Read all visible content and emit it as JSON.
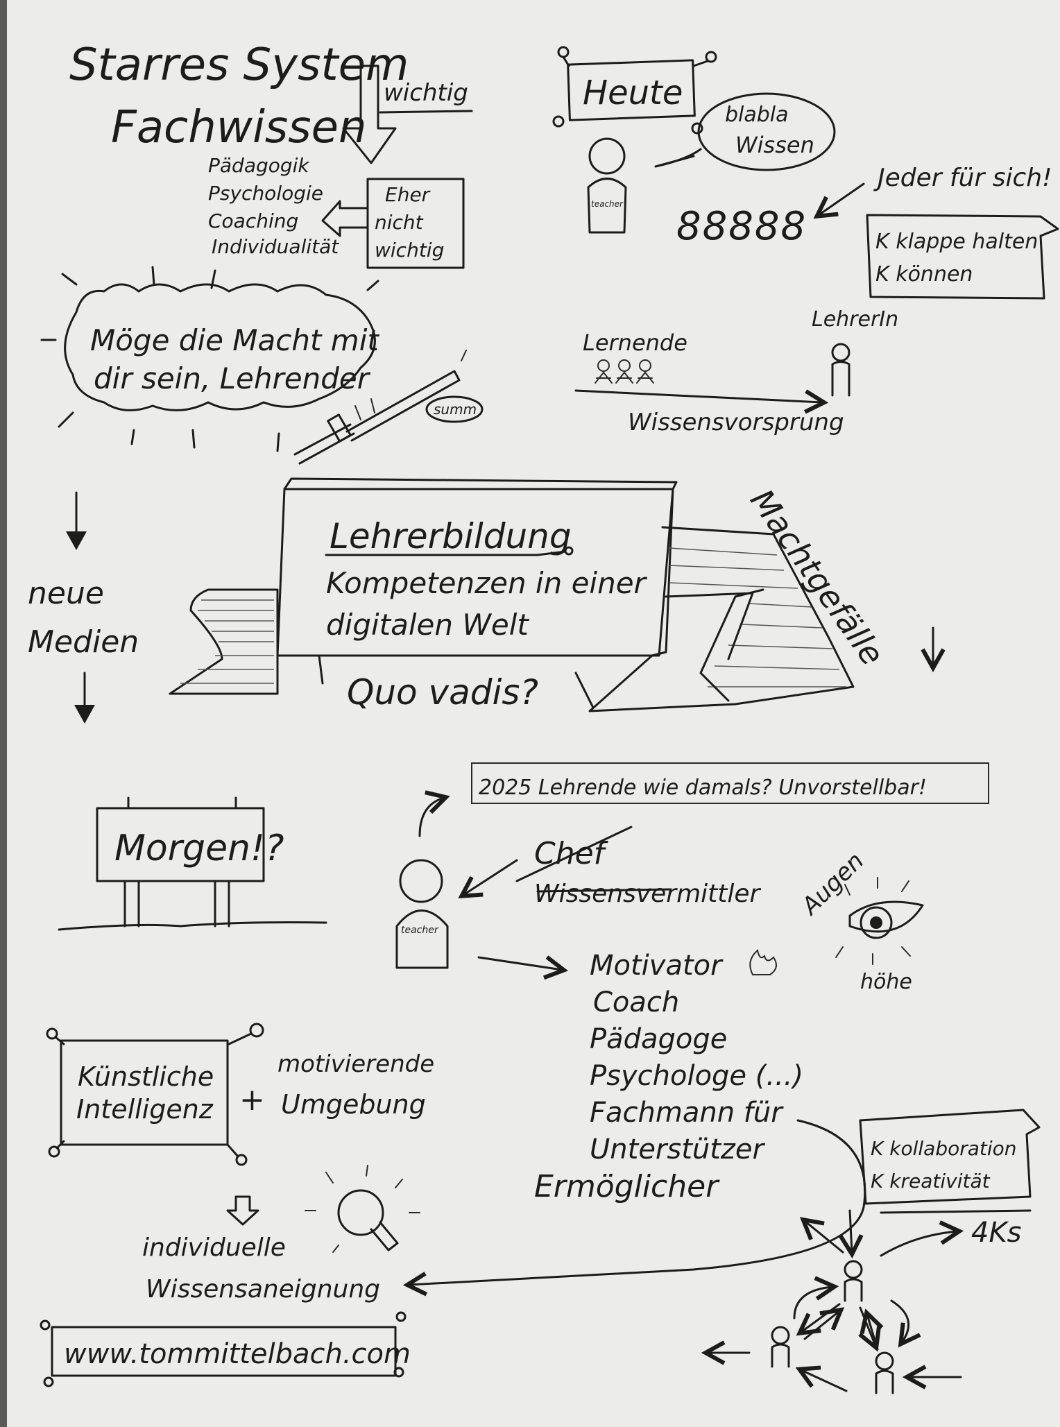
{
  "top_left": {
    "title_line1": "Starres System",
    "title_line2": "Fachwissen",
    "wichtig": "wichtig",
    "soft_skills": [
      "Pädagogik",
      "Psychologie",
      "Coaching",
      "Individualität"
    ],
    "eher_nicht_wichtig": [
      "Eher",
      "nicht",
      "wichtig"
    ]
  },
  "force": {
    "line1": "Möge die Macht mit",
    "line2": "dir sein, Lehrender",
    "sound": "summ"
  },
  "heute": {
    "sign": "Heute",
    "bubble_line1": "blabla",
    "bubble_line2": "Wissen",
    "figure_label": "teacher",
    "students": "88888",
    "jeder": "Jeder für sich!",
    "k_box": [
      "K klappe halten",
      "K können"
    ]
  },
  "lernende": {
    "lernende_label": "Lernende",
    "lehrer_label": "LehrerIn",
    "arrow_label": "Wissensvorsprung"
  },
  "center": {
    "title": "Lehrerbildung",
    "line2": "Kompetenzen in einer",
    "line3": "digitalen Welt",
    "quo": "Quo vadis?",
    "machtgefaelle": "Machtgefälle",
    "neue_medien_1": "neue",
    "neue_medien_2": "Medien"
  },
  "morgen": {
    "sign": "Morgen!?",
    "question": "2025 Lehrende wie damals? Unvorstellbar!",
    "figure_label": "teacher",
    "chef": "Chef",
    "wissensvermittler": "Wissensvermittler",
    "augen1": "Augen",
    "augen2": "höhe",
    "roles": [
      "Motivator",
      "Coach",
      "Pädagoge",
      "Psychologe (...)",
      "Fachmann für",
      "Unterstützer",
      "Ermöglicher"
    ]
  },
  "bottom": {
    "ki_line1": "Künstliche",
    "ki_line2": "Intelligenz",
    "plus": "+",
    "umg_line1": "motivierende",
    "umg_line2": "Umgebung",
    "result_line1": "individuelle",
    "result_line2": "Wissensaneignung",
    "url": "www.tommittelbach.com",
    "k4_box": [
      "K kollaboration",
      "K kreativität"
    ],
    "four_ks": "4Ks"
  }
}
